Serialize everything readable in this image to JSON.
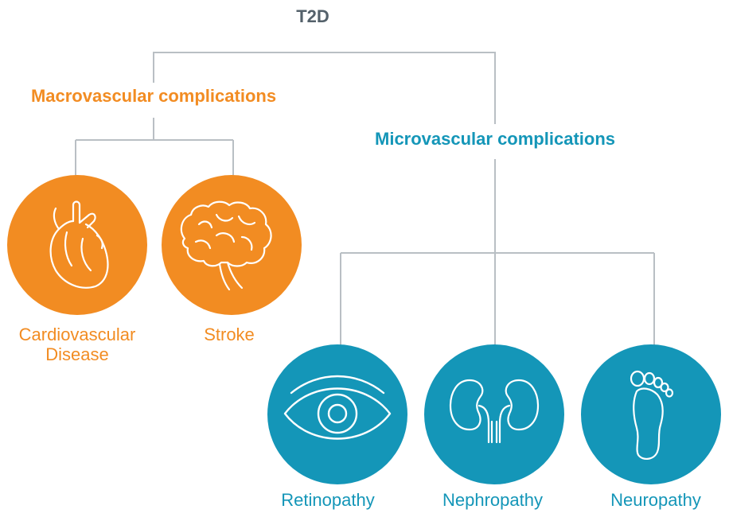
{
  "root": {
    "label": "T2D"
  },
  "macro": {
    "label": "Macrovascular complications",
    "items": [
      {
        "label": "Cardiovascular Disease",
        "icon": "heart-icon"
      },
      {
        "label": "Stroke",
        "icon": "brain-icon"
      }
    ]
  },
  "micro": {
    "label": "Microvascular complications",
    "items": [
      {
        "label": "Retinopathy",
        "icon": "eye-icon"
      },
      {
        "label": "Nephropathy",
        "icon": "kidneys-icon"
      },
      {
        "label": "Neuropathy",
        "icon": "foot-icon"
      }
    ]
  },
  "colors": {
    "macro": "#f28c22",
    "micro": "#1496b8",
    "connector": "#b9bfc4",
    "root_text": "#54616b"
  }
}
